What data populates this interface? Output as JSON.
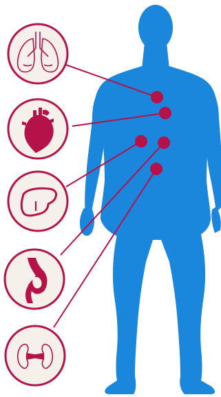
{
  "colors": {
    "body": "#1a86dc",
    "accent": "#b5124a",
    "circle_fill": "#f5f0ea",
    "organ_line": "#b5124a"
  },
  "callouts": [
    {
      "organ": "lungs",
      "icon": "lungs-icon"
    },
    {
      "organ": "heart",
      "icon": "heart-icon"
    },
    {
      "organ": "liver",
      "icon": "liver-icon"
    },
    {
      "organ": "stomach",
      "icon": "stomach-icon"
    },
    {
      "organ": "kidneys",
      "icon": "kidneys-icon"
    }
  ]
}
